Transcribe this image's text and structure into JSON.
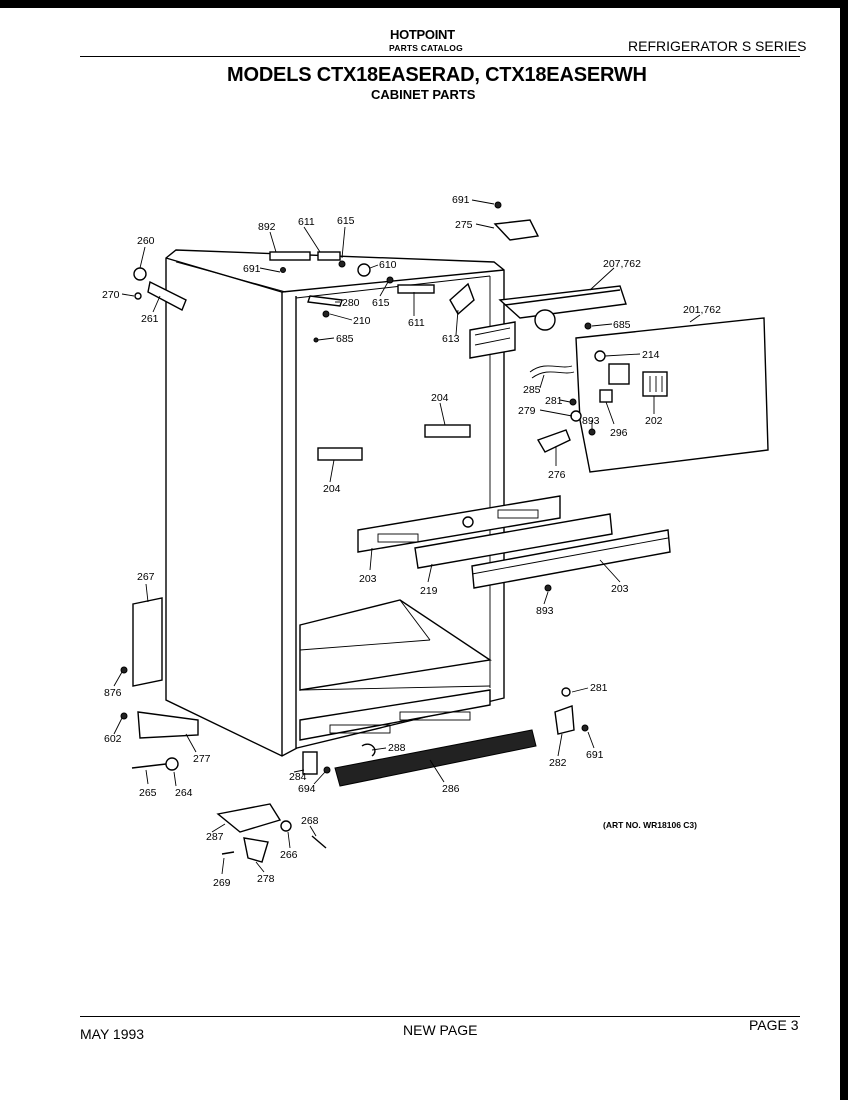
{
  "header": {
    "brand": "HOTPOINT",
    "catalog": "PARTS CATALOG",
    "series": "REFRIGERATOR  S  SERIES",
    "models": "MODELS CTX18EASERAD, CTX18EASERWH",
    "subtitle": "CABINET PARTS"
  },
  "art_no": "(ART NO. WR18106 C3)",
  "footer": {
    "date": "MAY 1993",
    "status": "NEW PAGE",
    "page": "PAGE 3"
  },
  "callouts": [
    "691",
    "275",
    "892",
    "611",
    "615",
    "260",
    "691",
    "610",
    "270",
    "261",
    "280",
    "615",
    "611",
    "210",
    "685",
    "207,762",
    "613",
    "685",
    "201,762",
    "214",
    "285",
    "281",
    "279",
    "893",
    "296",
    "202",
    "204",
    "204",
    "276",
    "203",
    "219",
    "203",
    "893",
    "267",
    "876",
    "602",
    "277",
    "265",
    "264",
    "284",
    "694",
    "288",
    "286",
    "281",
    "282",
    "691",
    "287",
    "266",
    "268",
    "269",
    "278"
  ]
}
